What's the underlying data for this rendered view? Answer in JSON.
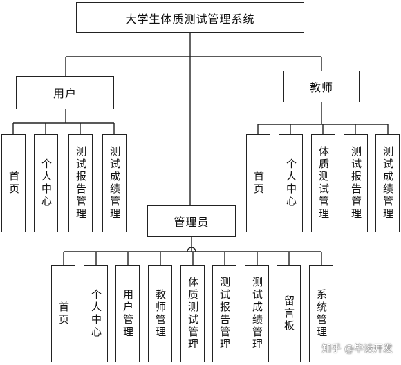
{
  "root": {
    "label": "大学生体质测试管理系统"
  },
  "user": {
    "label": "用户",
    "children": [
      "首页",
      "个人中心",
      "测试报告管理",
      "测试成绩管理"
    ]
  },
  "teacher": {
    "label": "教师",
    "children": [
      "首页",
      "个人中心",
      "体质测试管理",
      "测试报告管理",
      "测试成绩管理"
    ]
  },
  "admin": {
    "label": "管理员",
    "children": [
      "首页",
      "个人中心",
      "用户管理",
      "教师管理",
      "体质测试管理",
      "测试报告管理",
      "测试成绩管理",
      "留言板",
      "系统管理"
    ]
  },
  "watermark": "知乎 @毕设开发"
}
